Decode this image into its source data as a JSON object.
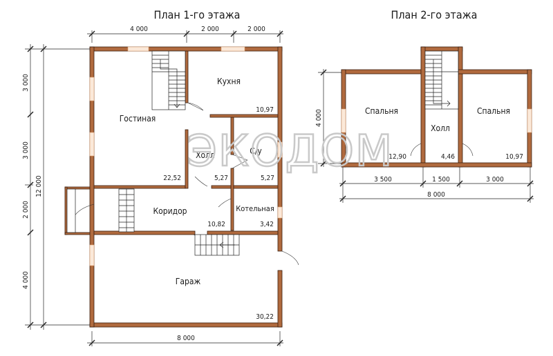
{
  "titles": {
    "floor1": "План 1-го этажа",
    "floor2": "План 2-го этажа"
  },
  "watermark": "ЭКОДОМ",
  "floor1": {
    "rooms": [
      {
        "name": "Гостиная",
        "area": "22,52"
      },
      {
        "name": "Кухня",
        "area": "10,97"
      },
      {
        "name": "Холл",
        "area": "5,27"
      },
      {
        "name": "С/у",
        "area": "5,27"
      },
      {
        "name": "Коридор",
        "area": "10,82"
      },
      {
        "name": "Котельная",
        "area": "3,42"
      },
      {
        "name": "Гараж",
        "area": "30,22"
      }
    ],
    "dims_top": [
      "4 000",
      "2 000",
      "2 000"
    ],
    "dim_bottom": "8 000",
    "dims_left": [
      "3 000",
      "3 000",
      "2 000",
      "4 000"
    ],
    "dim_total": "12 000"
  },
  "floor2": {
    "rooms": [
      {
        "name": "Спальня",
        "area": "12,90"
      },
      {
        "name": "Холл",
        "area": "4,46"
      },
      {
        "name": "Спальня",
        "area": "10,97"
      }
    ],
    "dim_left": "4 000",
    "dims_bottom": [
      "3 500",
      "1 500",
      "3 000"
    ],
    "dim_total": "8 000"
  },
  "colors": {
    "wall": "#b06a3e",
    "wall_outline": "#3a1f10",
    "window": "#fbe9d9"
  }
}
